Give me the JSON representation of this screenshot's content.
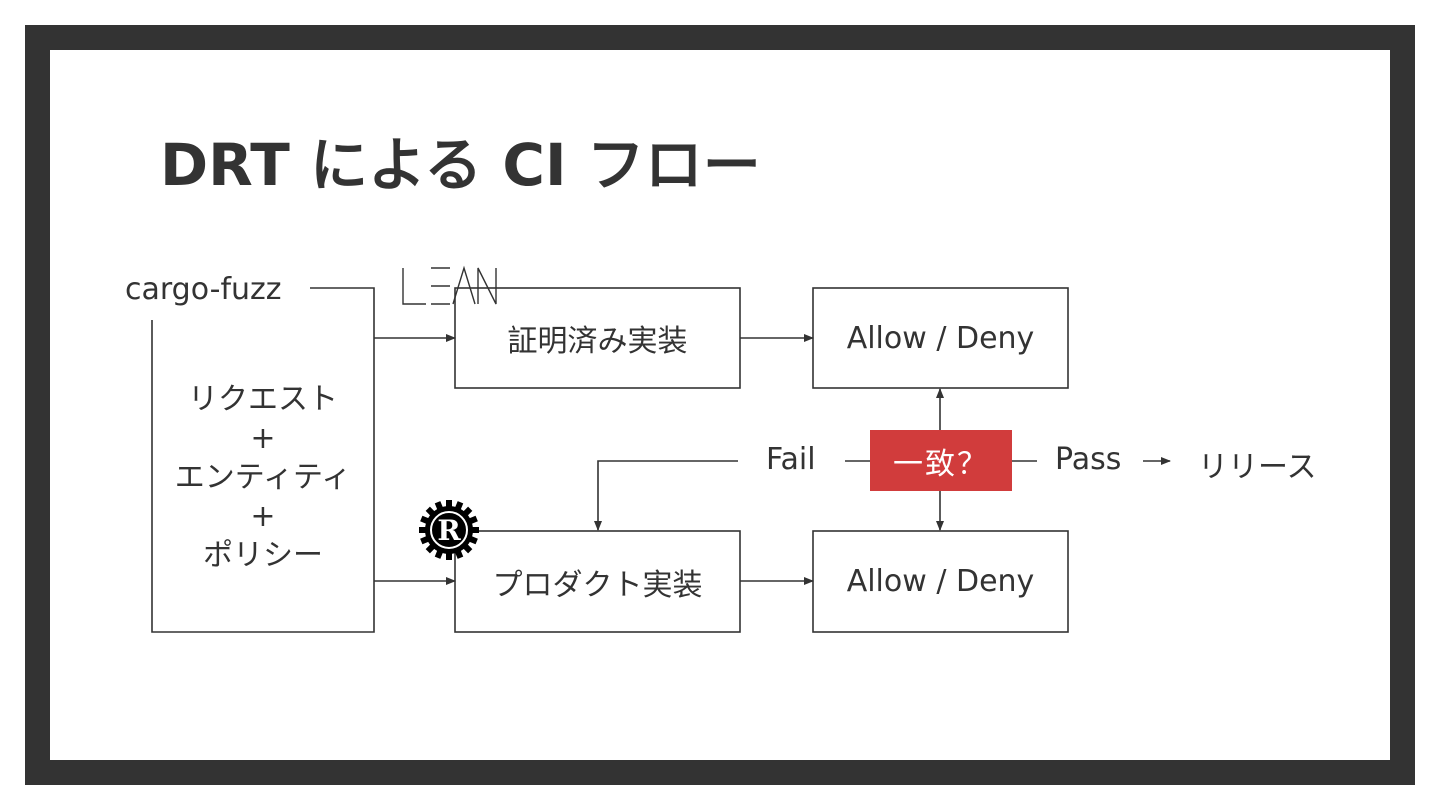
{
  "slide": {
    "title": "DRT による CI フロー"
  },
  "diagram": {
    "fuzzer_label": "cargo-fuzz",
    "inputs": {
      "line1": "リクエスト",
      "plus1": "+",
      "line2": "エンティティ",
      "plus2": "+",
      "line3": "ポリシー"
    },
    "verified_impl": {
      "label": "証明済み実装",
      "logo": "LEAN",
      "logo_icon": "lean-logo-icon"
    },
    "product_impl": {
      "label": "プロダクト実装",
      "logo_icon": "rust-logo-icon"
    },
    "decision_top": "Allow / Deny",
    "decision_bottom": "Allow / Deny",
    "match_label": "一致？",
    "fail_label": "Fail",
    "pass_label": "Pass",
    "release_label": "リリース",
    "colors": {
      "frame": "#333333",
      "match_box": "#d13c3c",
      "lines": "#333333"
    }
  }
}
